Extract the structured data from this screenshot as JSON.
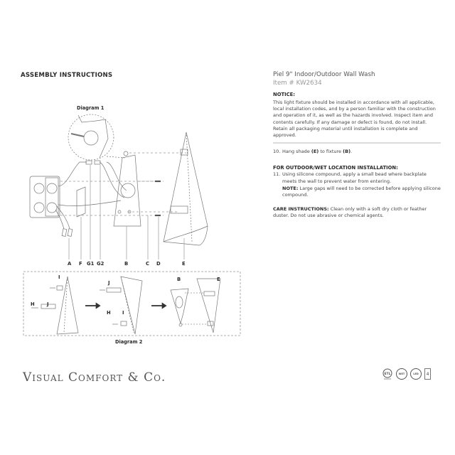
{
  "header": {
    "section_title": "ASSEMBLY INSTRUCTIONS",
    "product_title": "Piel 9\" Indoor/Outdoor Wall Wash",
    "item_number": "Item # KW2634"
  },
  "notice": {
    "heading": "NOTICE:",
    "body": "This light fixture should be installed in accordance with all applicable, local installation codes, and by a person familiar with the construction and operation of it, as well as the hazards involved. Inspect item and contents carefully. If any damage or defect is found, do not install. Retain all packaging material until installation is complete and approved."
  },
  "steps": [
    {
      "number": "10.",
      "text_before": "Hang shade ",
      "bold1": "(E)",
      "text_mid": " to fixture ",
      "bold2": "(B)",
      "text_after": "."
    }
  ],
  "outdoor": {
    "heading": "FOR OUTDOOR/WET LOCATION INSTALLATION:",
    "step_number": "11.",
    "step_text": "Using silicone compound, apply a small bead where backplate meets the wall to prevent water from entering.",
    "note_label": "NOTE:",
    "note_text": " Large gaps will need to be corrected before applying silicone compound."
  },
  "care": {
    "label": "CARE INSTRUCTIONS:",
    "text": " Clean only with a soft dry cloth or feather duster. Do not use abrasive or chemical agents."
  },
  "diagram1": {
    "title": "Diagram 1",
    "part_labels": [
      "A",
      "F",
      "G1",
      "G2",
      "B",
      "C",
      "D",
      "E"
    ]
  },
  "diagram2": {
    "title": "Diagram 2",
    "labels": {
      "panel1": [
        "I",
        "H",
        "J"
      ],
      "panel2": [
        "J",
        "H",
        "I"
      ],
      "panel3": [
        "B",
        "E"
      ]
    }
  },
  "footer": {
    "brand": "Visual Comfort & Co.",
    "badges": [
      {
        "icon": "etl-listed-icon",
        "text": "ETL"
      },
      {
        "icon": "wet-rated-icon",
        "text": "WET"
      },
      {
        "icon": "led-icon",
        "text": "LED"
      },
      {
        "icon": "page-number",
        "text": "4"
      }
    ]
  }
}
